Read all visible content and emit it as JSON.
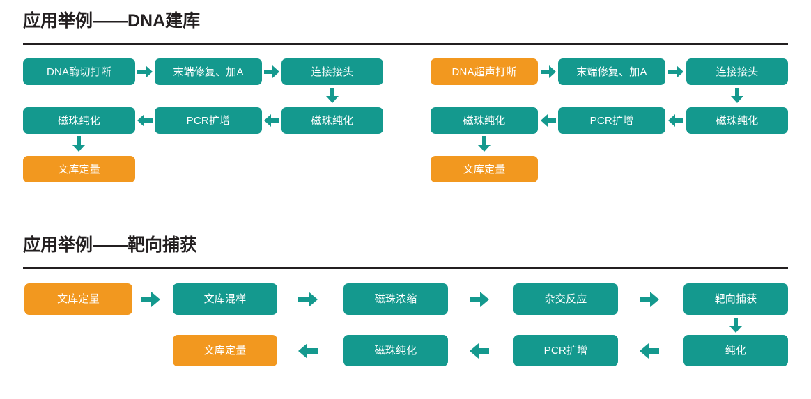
{
  "page": {
    "background": "#ffffff",
    "colors": {
      "teal": "#14998e",
      "orange": "#f2981f",
      "title": "#231f20",
      "node_text": "#ffffff"
    }
  },
  "sections": [
    {
      "id": "dna-library-prep",
      "title": "应用举例——DNA建库",
      "workflows": [
        {
          "id": "enzymatic",
          "row1": [
            {
              "label": "DNA酶切打断",
              "color": "teal"
            },
            {
              "label": "末端修复、加A",
              "color": "teal"
            },
            {
              "label": "连接接头",
              "color": "teal"
            }
          ],
          "row2": [
            {
              "label": "磁珠纯化",
              "color": "teal"
            },
            {
              "label": "PCR扩增",
              "color": "teal"
            },
            {
              "label": "磁珠纯化",
              "color": "teal"
            }
          ],
          "row3": [
            {
              "label": "文库定量",
              "color": "orange"
            }
          ]
        },
        {
          "id": "sonication",
          "row1": [
            {
              "label": "DNA超声打断",
              "color": "orange"
            },
            {
              "label": "末端修复、加A",
              "color": "teal"
            },
            {
              "label": "连接接头",
              "color": "teal"
            }
          ],
          "row2": [
            {
              "label": "磁珠纯化",
              "color": "teal"
            },
            {
              "label": "PCR扩增",
              "color": "teal"
            },
            {
              "label": "磁珠纯化",
              "color": "teal"
            }
          ],
          "row3": [
            {
              "label": "文库定量",
              "color": "orange"
            }
          ]
        }
      ]
    },
    {
      "id": "target-capture",
      "title": "应用举例——靶向捕获",
      "workflows": [
        {
          "id": "capture",
          "row1": [
            {
              "label": "文库定量",
              "color": "orange"
            },
            {
              "label": "文库混样",
              "color": "teal"
            },
            {
              "label": "磁珠浓缩",
              "color": "teal"
            },
            {
              "label": "杂交反应",
              "color": "teal"
            },
            {
              "label": "靶向捕获",
              "color": "teal"
            }
          ],
          "row2": [
            {
              "label": "文库定量",
              "color": "orange"
            },
            {
              "label": "磁珠纯化",
              "color": "teal"
            },
            {
              "label": "PCR扩增",
              "color": "teal"
            },
            {
              "label": "纯化",
              "color": "teal"
            }
          ]
        }
      ]
    }
  ],
  "icons": {
    "arrow_right": "arrow-right-icon",
    "arrow_left": "arrow-left-icon",
    "arrow_down": "arrow-down-icon"
  }
}
